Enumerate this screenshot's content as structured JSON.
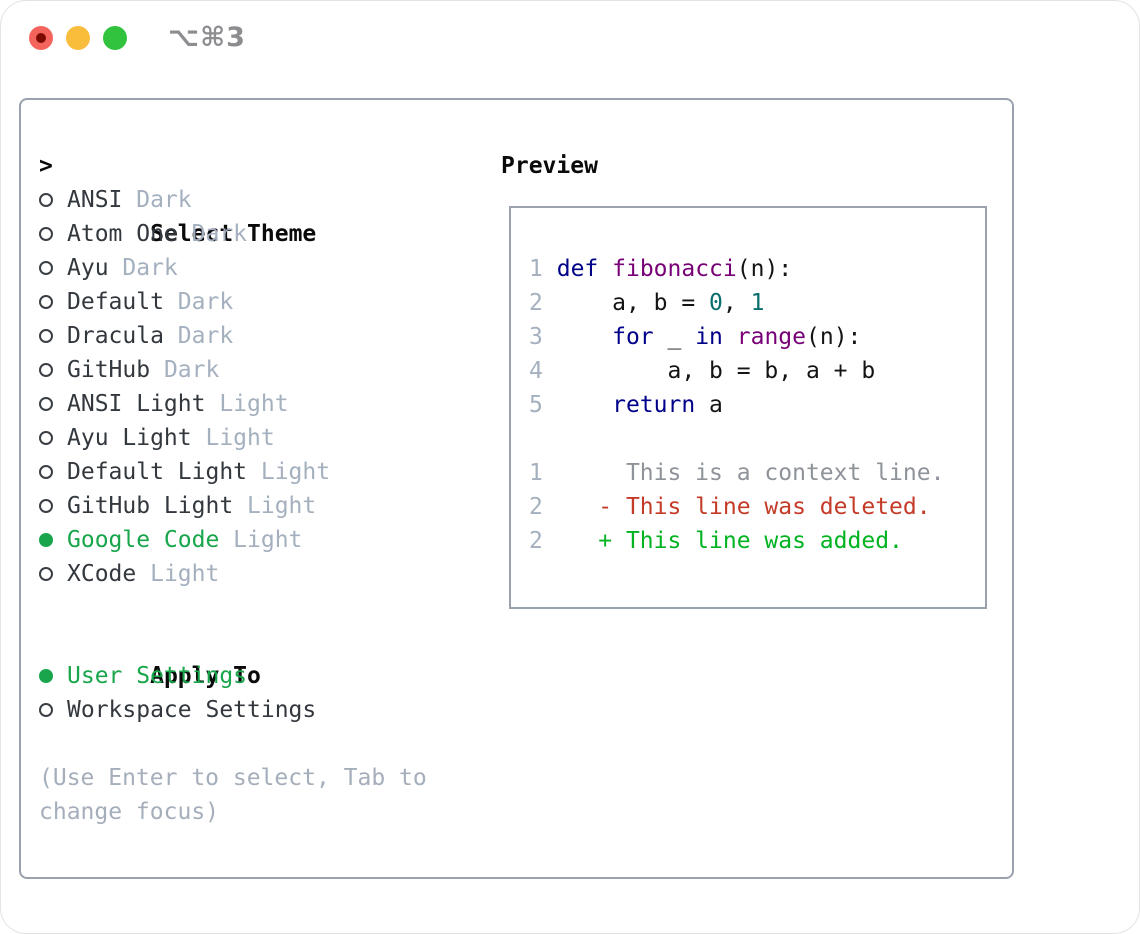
{
  "window": {
    "title": "⌥⌘3",
    "traffic_lights": [
      {
        "name": "close",
        "color": "#f4645c"
      },
      {
        "name": "minimize",
        "color": "#f8bd3b"
      },
      {
        "name": "zoom",
        "color": "#32c33e"
      }
    ]
  },
  "theme_picker": {
    "header_prompt": ">",
    "header_label": "Select Theme",
    "items": [
      {
        "name": "ANSI",
        "variant": "Dark",
        "selected": false
      },
      {
        "name": "Atom One",
        "variant": "Dark",
        "selected": false
      },
      {
        "name": "Ayu",
        "variant": "Dark",
        "selected": false
      },
      {
        "name": "Default",
        "variant": "Dark",
        "selected": false
      },
      {
        "name": "Dracula",
        "variant": "Dark",
        "selected": false
      },
      {
        "name": "GitHub",
        "variant": "Dark",
        "selected": false
      },
      {
        "name": "ANSI Light",
        "variant": "Light",
        "selected": false
      },
      {
        "name": "Ayu Light",
        "variant": "Light",
        "selected": false
      },
      {
        "name": "Default Light",
        "variant": "Light",
        "selected": false
      },
      {
        "name": "GitHub Light",
        "variant": "Light",
        "selected": false
      },
      {
        "name": "Google Code",
        "variant": "Light",
        "selected": true
      },
      {
        "name": "XCode",
        "variant": "Light",
        "selected": false
      }
    ],
    "apply_to": {
      "label": "Apply To",
      "options": [
        {
          "label": "User Settings",
          "selected": true
        },
        {
          "label": "Workspace Settings",
          "selected": false
        }
      ]
    },
    "hint_lines": [
      "(Use Enter to select, Tab to",
      "change focus)"
    ]
  },
  "preview": {
    "label": "Preview",
    "code_lines": [
      {
        "num": "1",
        "tokens": [
          [
            " ",
            "pln"
          ],
          [
            "def",
            "kw"
          ],
          [
            " ",
            "pln"
          ],
          [
            "fibonacci",
            "typ"
          ],
          [
            "(n):",
            "pln"
          ]
        ]
      },
      {
        "num": "2",
        "tokens": [
          [
            "     a, b = ",
            "pln"
          ],
          [
            "0",
            "lit"
          ],
          [
            ", ",
            "pln"
          ],
          [
            "1",
            "lit"
          ]
        ]
      },
      {
        "num": "3",
        "tokens": [
          [
            "     ",
            "pln"
          ],
          [
            "for",
            "kw"
          ],
          [
            " _ ",
            "pln"
          ],
          [
            "in",
            "kw"
          ],
          [
            " ",
            "pln"
          ],
          [
            "range",
            "typ"
          ],
          [
            "(n):",
            "pln"
          ]
        ]
      },
      {
        "num": "4",
        "tokens": [
          [
            "         a, b = b, a + b",
            "pln"
          ]
        ]
      },
      {
        "num": "5",
        "tokens": [
          [
            "     ",
            "pln"
          ],
          [
            "return",
            "kw"
          ],
          [
            " a",
            "pln"
          ]
        ]
      }
    ],
    "diff_lines": [
      {
        "num": "1",
        "kind": "context",
        "text": "      This is a context line."
      },
      {
        "num": "2",
        "kind": "deleted",
        "text": "    - This line was deleted."
      },
      {
        "num": "2",
        "kind": "added",
        "text": "    + This line was added."
      }
    ]
  },
  "colors": {
    "selection_green": "#18a54b",
    "muted_gray": "#a5b0bf",
    "hint_gray": "#a5aebb",
    "panel_border": "#99a2ad",
    "title_gray": "#8c8c91",
    "syntax": {
      "keyword": "#000088",
      "type": "#770077",
      "literal": "#0b6e6e",
      "plain": "#141414",
      "line_number": "#a5b0bf"
    },
    "diff": {
      "context": "#8e9399",
      "deleted": "#c43b28",
      "added": "#00b321"
    }
  }
}
